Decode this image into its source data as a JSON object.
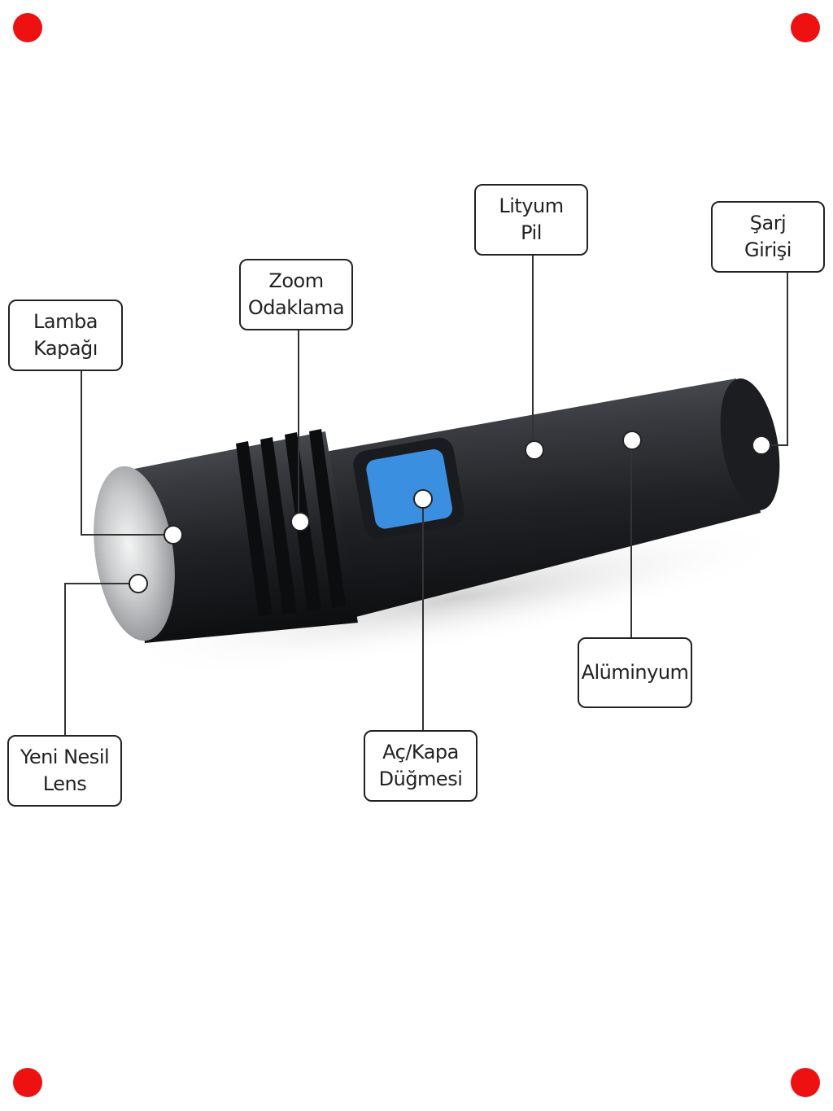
{
  "labels": {
    "lamp_cover": [
      "Lamba",
      "Kapağı"
    ],
    "zoom_focus": [
      "Zoom",
      "Odaklama"
    ],
    "lithium_battery": [
      "Lityum",
      "Pil"
    ],
    "charge_port": [
      "Şarj",
      "Girişi"
    ],
    "lens": [
      "Yeni Nesil",
      "Lens"
    ],
    "power_button": [
      "Aç/Kapa",
      "Düğmesi"
    ],
    "aluminum": [
      "Alüminyum"
    ]
  },
  "colors": {
    "corner_marker": "#ee1111",
    "button_blue": "#3b8fe0",
    "body": "#2a2c30"
  }
}
